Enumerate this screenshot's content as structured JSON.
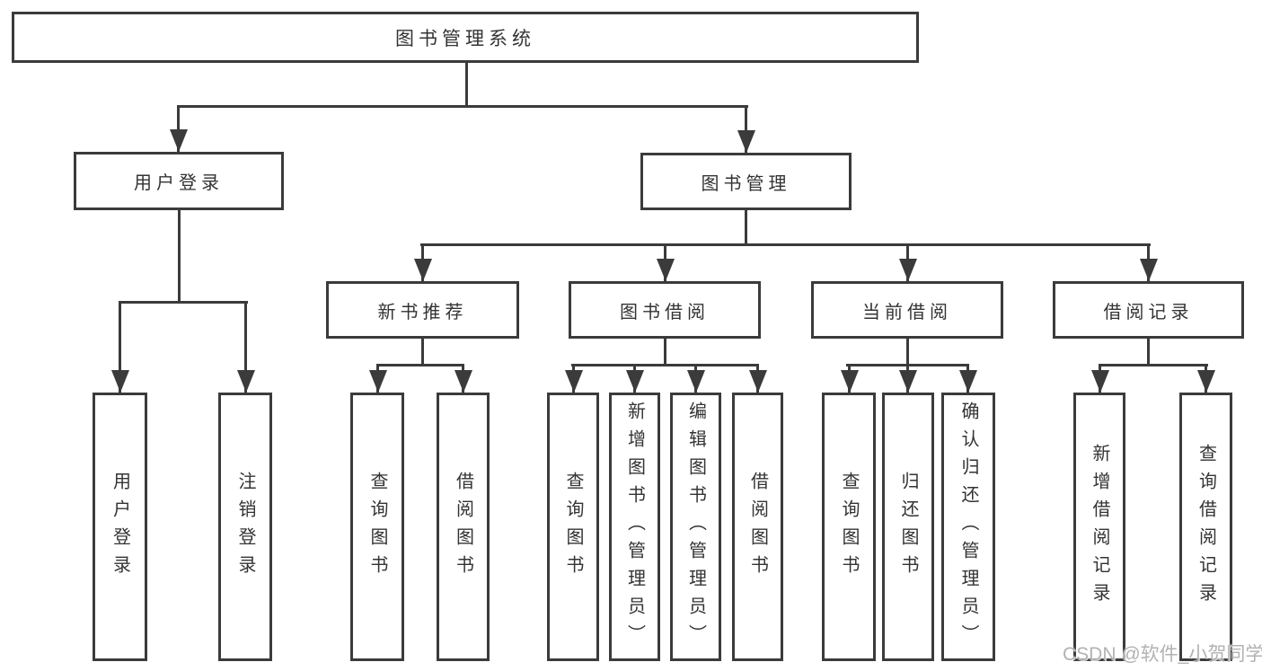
{
  "diagram": {
    "root": {
      "label": "图书管理系统"
    },
    "level2": {
      "user_login": {
        "label": "用户登录"
      },
      "book_management": {
        "label": "图书管理"
      }
    },
    "level3": {
      "new_book_recommend": {
        "label": "新书推荐"
      },
      "book_borrow": {
        "label": "图书借阅"
      },
      "current_borrow": {
        "label": "当前借阅"
      },
      "borrow_record": {
        "label": "借阅记录"
      }
    },
    "leaves": {
      "user_login": {
        "label": "用户登录"
      },
      "logout": {
        "label": "注销登录"
      },
      "recommend_query_book": {
        "label": "查询图书"
      },
      "recommend_borrow_book": {
        "label": "借阅图书"
      },
      "borrow_query_book": {
        "label": "查询图书"
      },
      "borrow_add_book": {
        "label": "新增图书（管理员）"
      },
      "borrow_edit_book": {
        "label": "编辑图书（管理员）"
      },
      "borrow_borrow_book": {
        "label": "借阅图书"
      },
      "current_query_book": {
        "label": "查询图书"
      },
      "current_return_book": {
        "label": "归还图书"
      },
      "current_confirm_return": {
        "label": "确认归还（管理员）"
      },
      "record_add_record": {
        "label": "新增借阅记录"
      },
      "record_query_record": {
        "label": "查询借阅记录"
      }
    }
  },
  "watermark": {
    "text": "CSDN @软件_小贺同学"
  },
  "colors": {
    "line": "#3b3b3b",
    "text": "#333333",
    "watermark": "#b2b2b2",
    "background": "#ffffff"
  }
}
